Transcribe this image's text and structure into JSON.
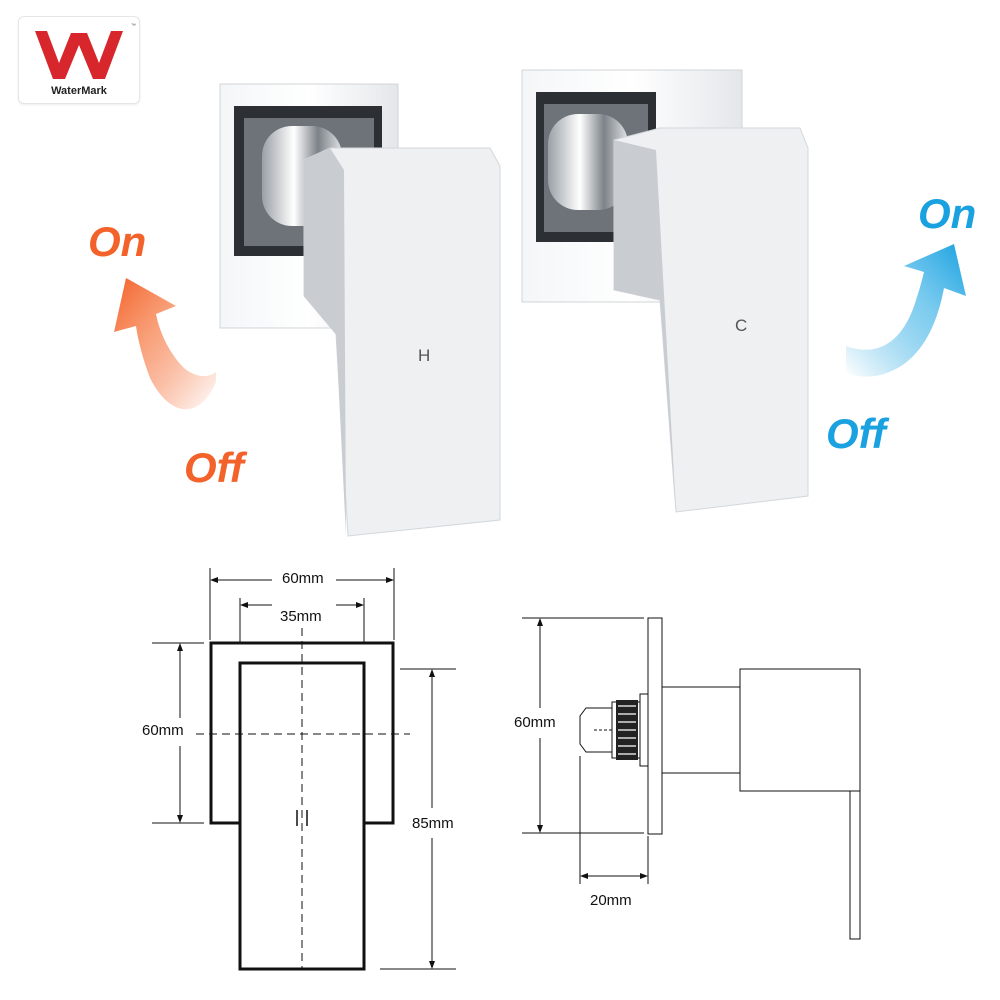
{
  "logo": {
    "brand": "WaterMark",
    "mark_color": "#d7262c"
  },
  "product": {
    "hot_letter": "H",
    "cold_letter": "C"
  },
  "arrows": {
    "hot": {
      "on": "On",
      "off": "Off",
      "color": "#f3622a"
    },
    "cold": {
      "on": "On",
      "off": "Off",
      "color": "#1aa1e0"
    }
  },
  "drawings": {
    "front": {
      "width_outer": "60mm",
      "width_inner": "35mm",
      "height_plate": "60mm",
      "height_total": "85mm"
    },
    "side": {
      "height": "60mm",
      "depth": "20mm"
    }
  },
  "icons": [
    "watermark-logo-icon",
    "on-off-arrow-icon"
  ]
}
